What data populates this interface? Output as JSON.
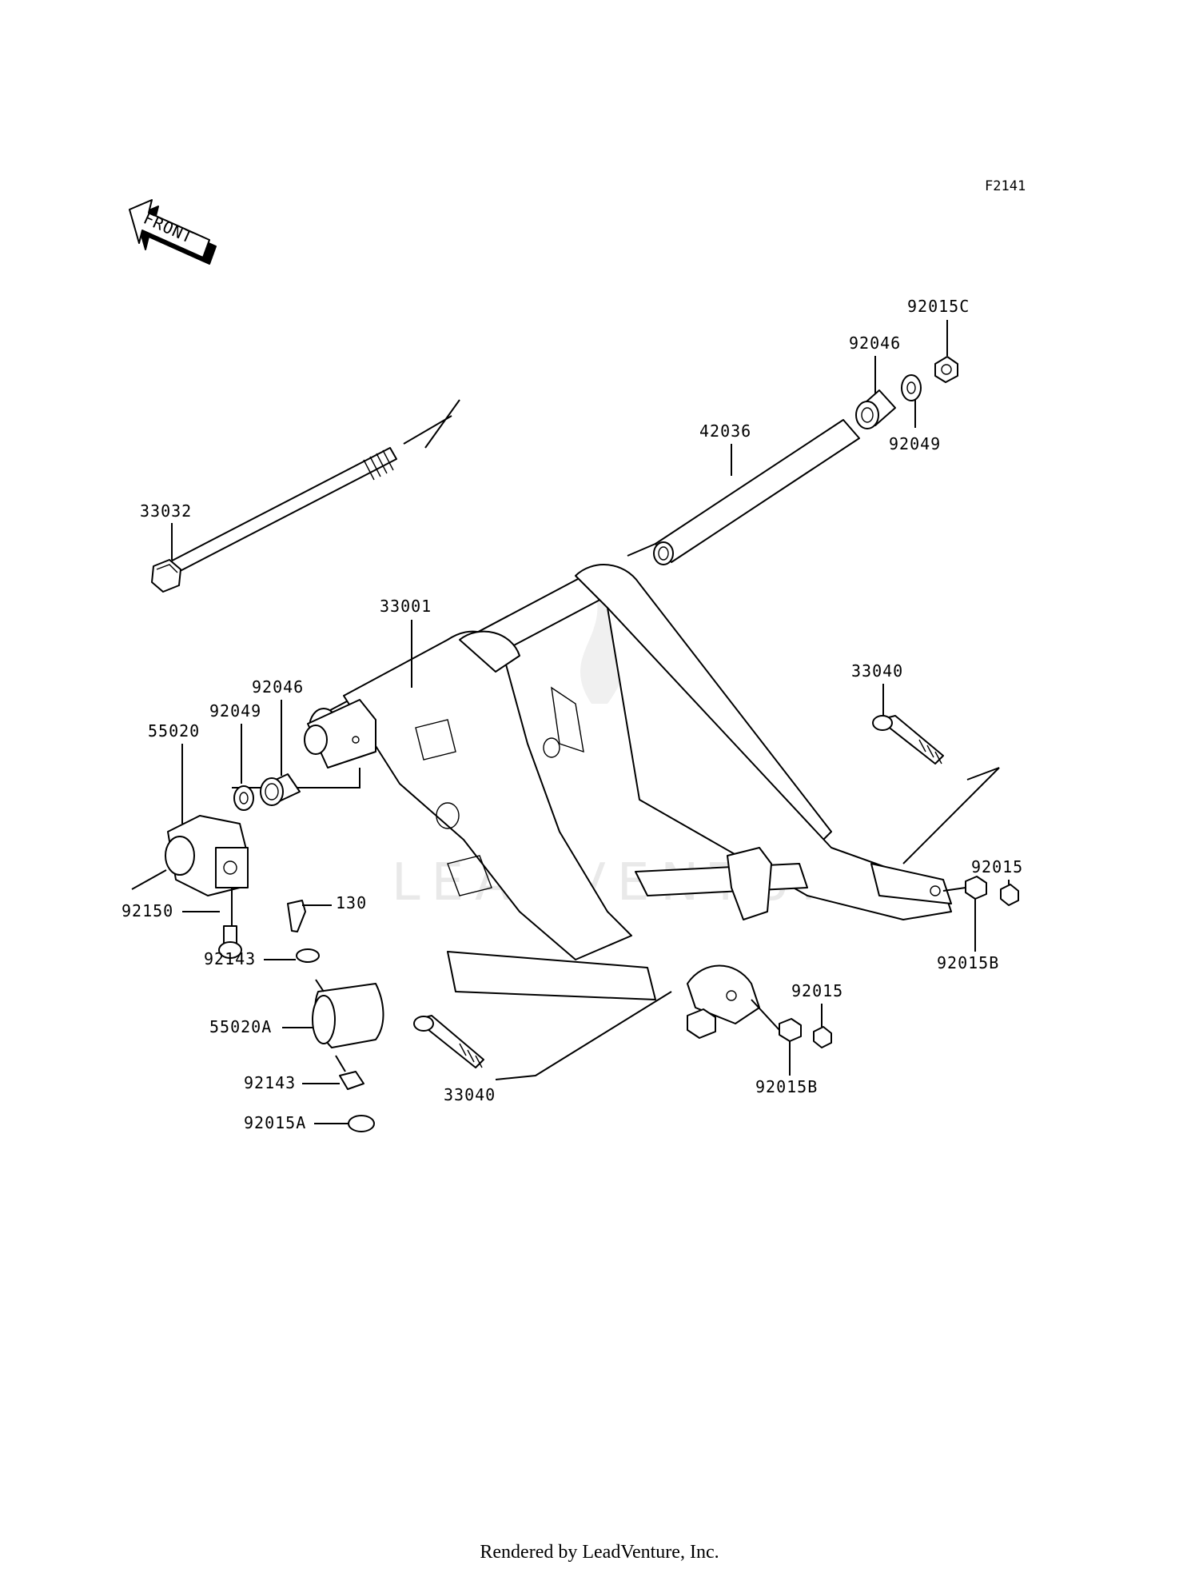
{
  "figure_code": "F2141",
  "front_arrow_label": "FRONT",
  "watermark": "LEADVENTURE",
  "footer": "Rendered by LeadVenture, Inc.",
  "callouts": {
    "p33032": "33032",
    "p33001": "33001",
    "p42036": "42036",
    "p92046_top": "92046",
    "p92015C": "92015C",
    "p92049_top": "92049",
    "p92046_left": "92046",
    "p92049_left": "92049",
    "p55020": "55020",
    "p92150": "92150",
    "p130": "130",
    "p92143_a": "92143",
    "p55020A": "55020A",
    "p92143_b": "92143",
    "p92015A": "92015A",
    "p33040_right": "33040",
    "p92015_right": "92015",
    "p92015B_right": "92015B",
    "p92015_mid": "92015",
    "p92015B_mid": "92015B",
    "p33040_bottom": "33040"
  }
}
